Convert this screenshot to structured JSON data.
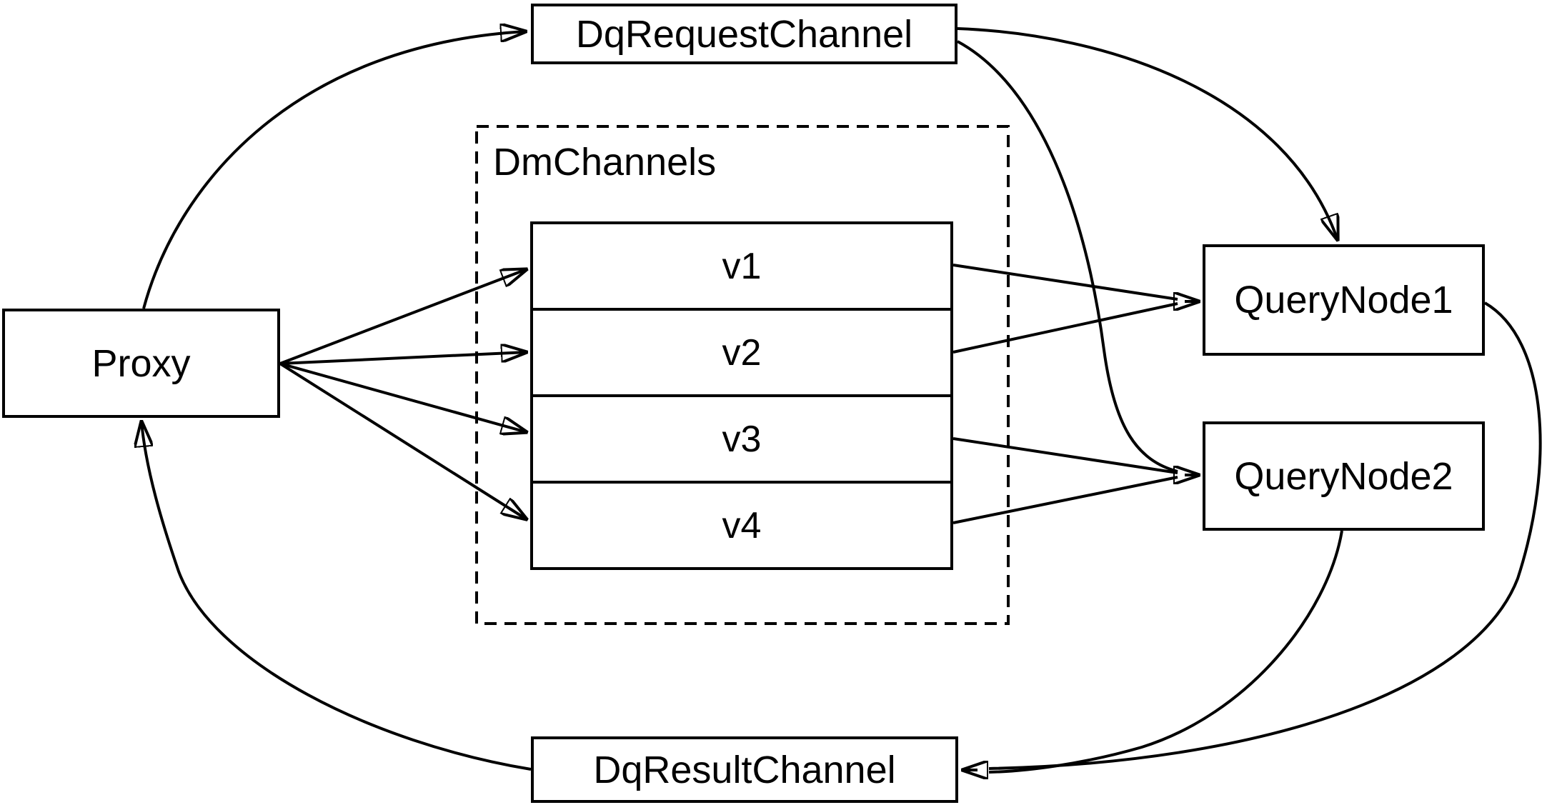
{
  "diagram": {
    "background": "#ffffff",
    "stroke_color": "#000000",
    "nodes": {
      "proxy": {
        "label": "Proxy"
      },
      "dq_request_channel": {
        "label": "DqRequestChannel"
      },
      "dm_channels": {
        "label": "DmChannels",
        "rows": [
          "v1",
          "v2",
          "v3",
          "v4"
        ]
      },
      "query_node1": {
        "label": "QueryNode1"
      },
      "query_node2": {
        "label": "QueryNode2"
      },
      "dq_result_channel": {
        "label": "DqResultChannel"
      }
    },
    "edges": [
      {
        "from": "Proxy",
        "to": "DqRequestChannel"
      },
      {
        "from": "Proxy",
        "to": "v1"
      },
      {
        "from": "Proxy",
        "to": "v2"
      },
      {
        "from": "Proxy",
        "to": "v3"
      },
      {
        "from": "Proxy",
        "to": "v4"
      },
      {
        "from": "v1",
        "to": "QueryNode1"
      },
      {
        "from": "v2",
        "to": "QueryNode1"
      },
      {
        "from": "v3",
        "to": "QueryNode2"
      },
      {
        "from": "v4",
        "to": "QueryNode2"
      },
      {
        "from": "DqRequestChannel",
        "to": "QueryNode1"
      },
      {
        "from": "DqRequestChannel",
        "to": "QueryNode2"
      },
      {
        "from": "QueryNode1",
        "to": "DqResultChannel"
      },
      {
        "from": "QueryNode2",
        "to": "DqResultChannel"
      },
      {
        "from": "DqResultChannel",
        "to": "Proxy"
      }
    ]
  }
}
